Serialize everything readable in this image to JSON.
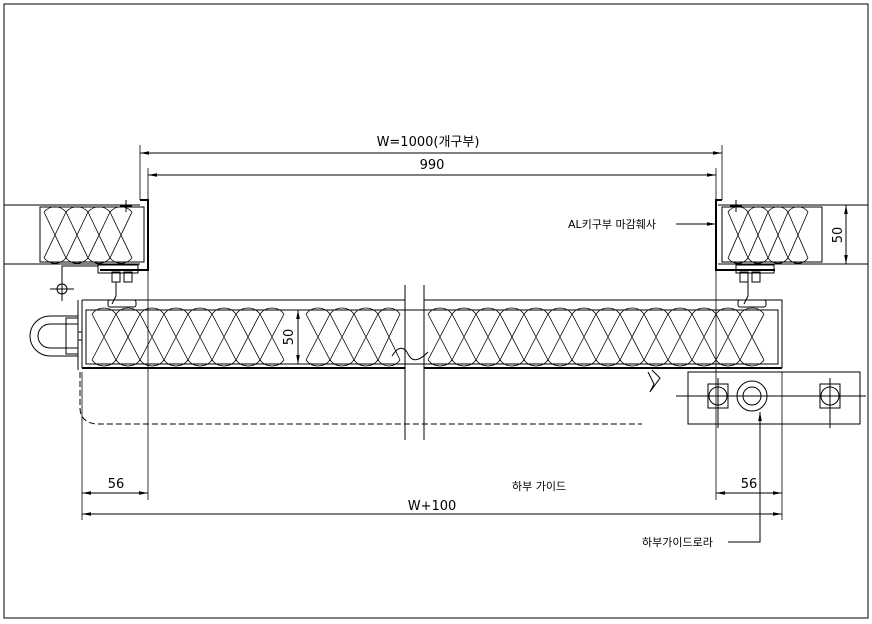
{
  "dimensions": {
    "opening_width": "W=1000(개구부)",
    "inner_width": "990",
    "panel_thickness_right": "50",
    "panel_thickness_door": "50",
    "overlap_left": "56",
    "overlap_right": "56",
    "total_width": "W+100"
  },
  "labels": {
    "frame_finish": "AL키구부 마감훼사",
    "bottom_guide": "하부 가이드",
    "guide_roller": "하부가이드로라"
  }
}
